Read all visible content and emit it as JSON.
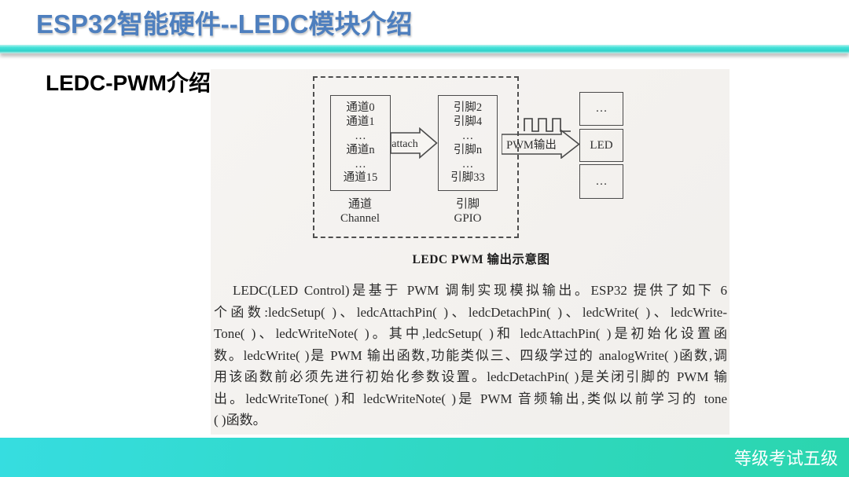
{
  "header": {
    "title": "ESP32智能硬件--LEDC模块介绍"
  },
  "body": {
    "heading": "LEDC-PWM介绍"
  },
  "diagram": {
    "channel": {
      "rows": [
        "通道0",
        "通道1",
        "…",
        "通道n",
        "…",
        "通道15"
      ],
      "label_zh": "通道",
      "label_en": "Channel"
    },
    "gpio": {
      "rows": [
        "引脚2",
        "引脚4",
        "…",
        "引脚n",
        "…",
        "引脚33"
      ],
      "label_zh": "引脚",
      "label_en": "GPIO"
    },
    "attach_label": "attach",
    "pwm_label": "PWM输出",
    "led": {
      "top": "…",
      "mid": "LED",
      "bottom": "…"
    },
    "caption": "LEDC PWM 输出示意图"
  },
  "paragraph": {
    "lines": [
      "LEDC(LED Control)是基于 PWM 调制实现模拟输出。ESP32 提供了如下 6",
      "个函数:ledcSetup( )、ledcAttachPin( )、ledcDetachPin( )、ledcWrite( )、ledcWrite-",
      "Tone( )、ledcWriteNote( )。其中,ledcSetup( )和 ledcAttachPin( )是初始化设置函",
      "数。ledcWrite( )是 PWM 输出函数,功能类似三、四级学过的 analogWrite( )函数,调",
      "用该函数前必须先进行初始化参数设置。ledcDetachPin( )是关闭引脚的 PWM 输",
      "出。ledcWriteTone( )和 ledcWriteNote( )是 PWM 音频输出,类似以前学习的 tone",
      "( )函数。"
    ]
  },
  "footer": {
    "label": "等级考试五级"
  },
  "colors": {
    "title_blue": "#4E7FBE",
    "divider_teal": "#2ED2CA",
    "footer_teal": "#2FD8C2",
    "scan_bg": "#F4F2EF"
  }
}
